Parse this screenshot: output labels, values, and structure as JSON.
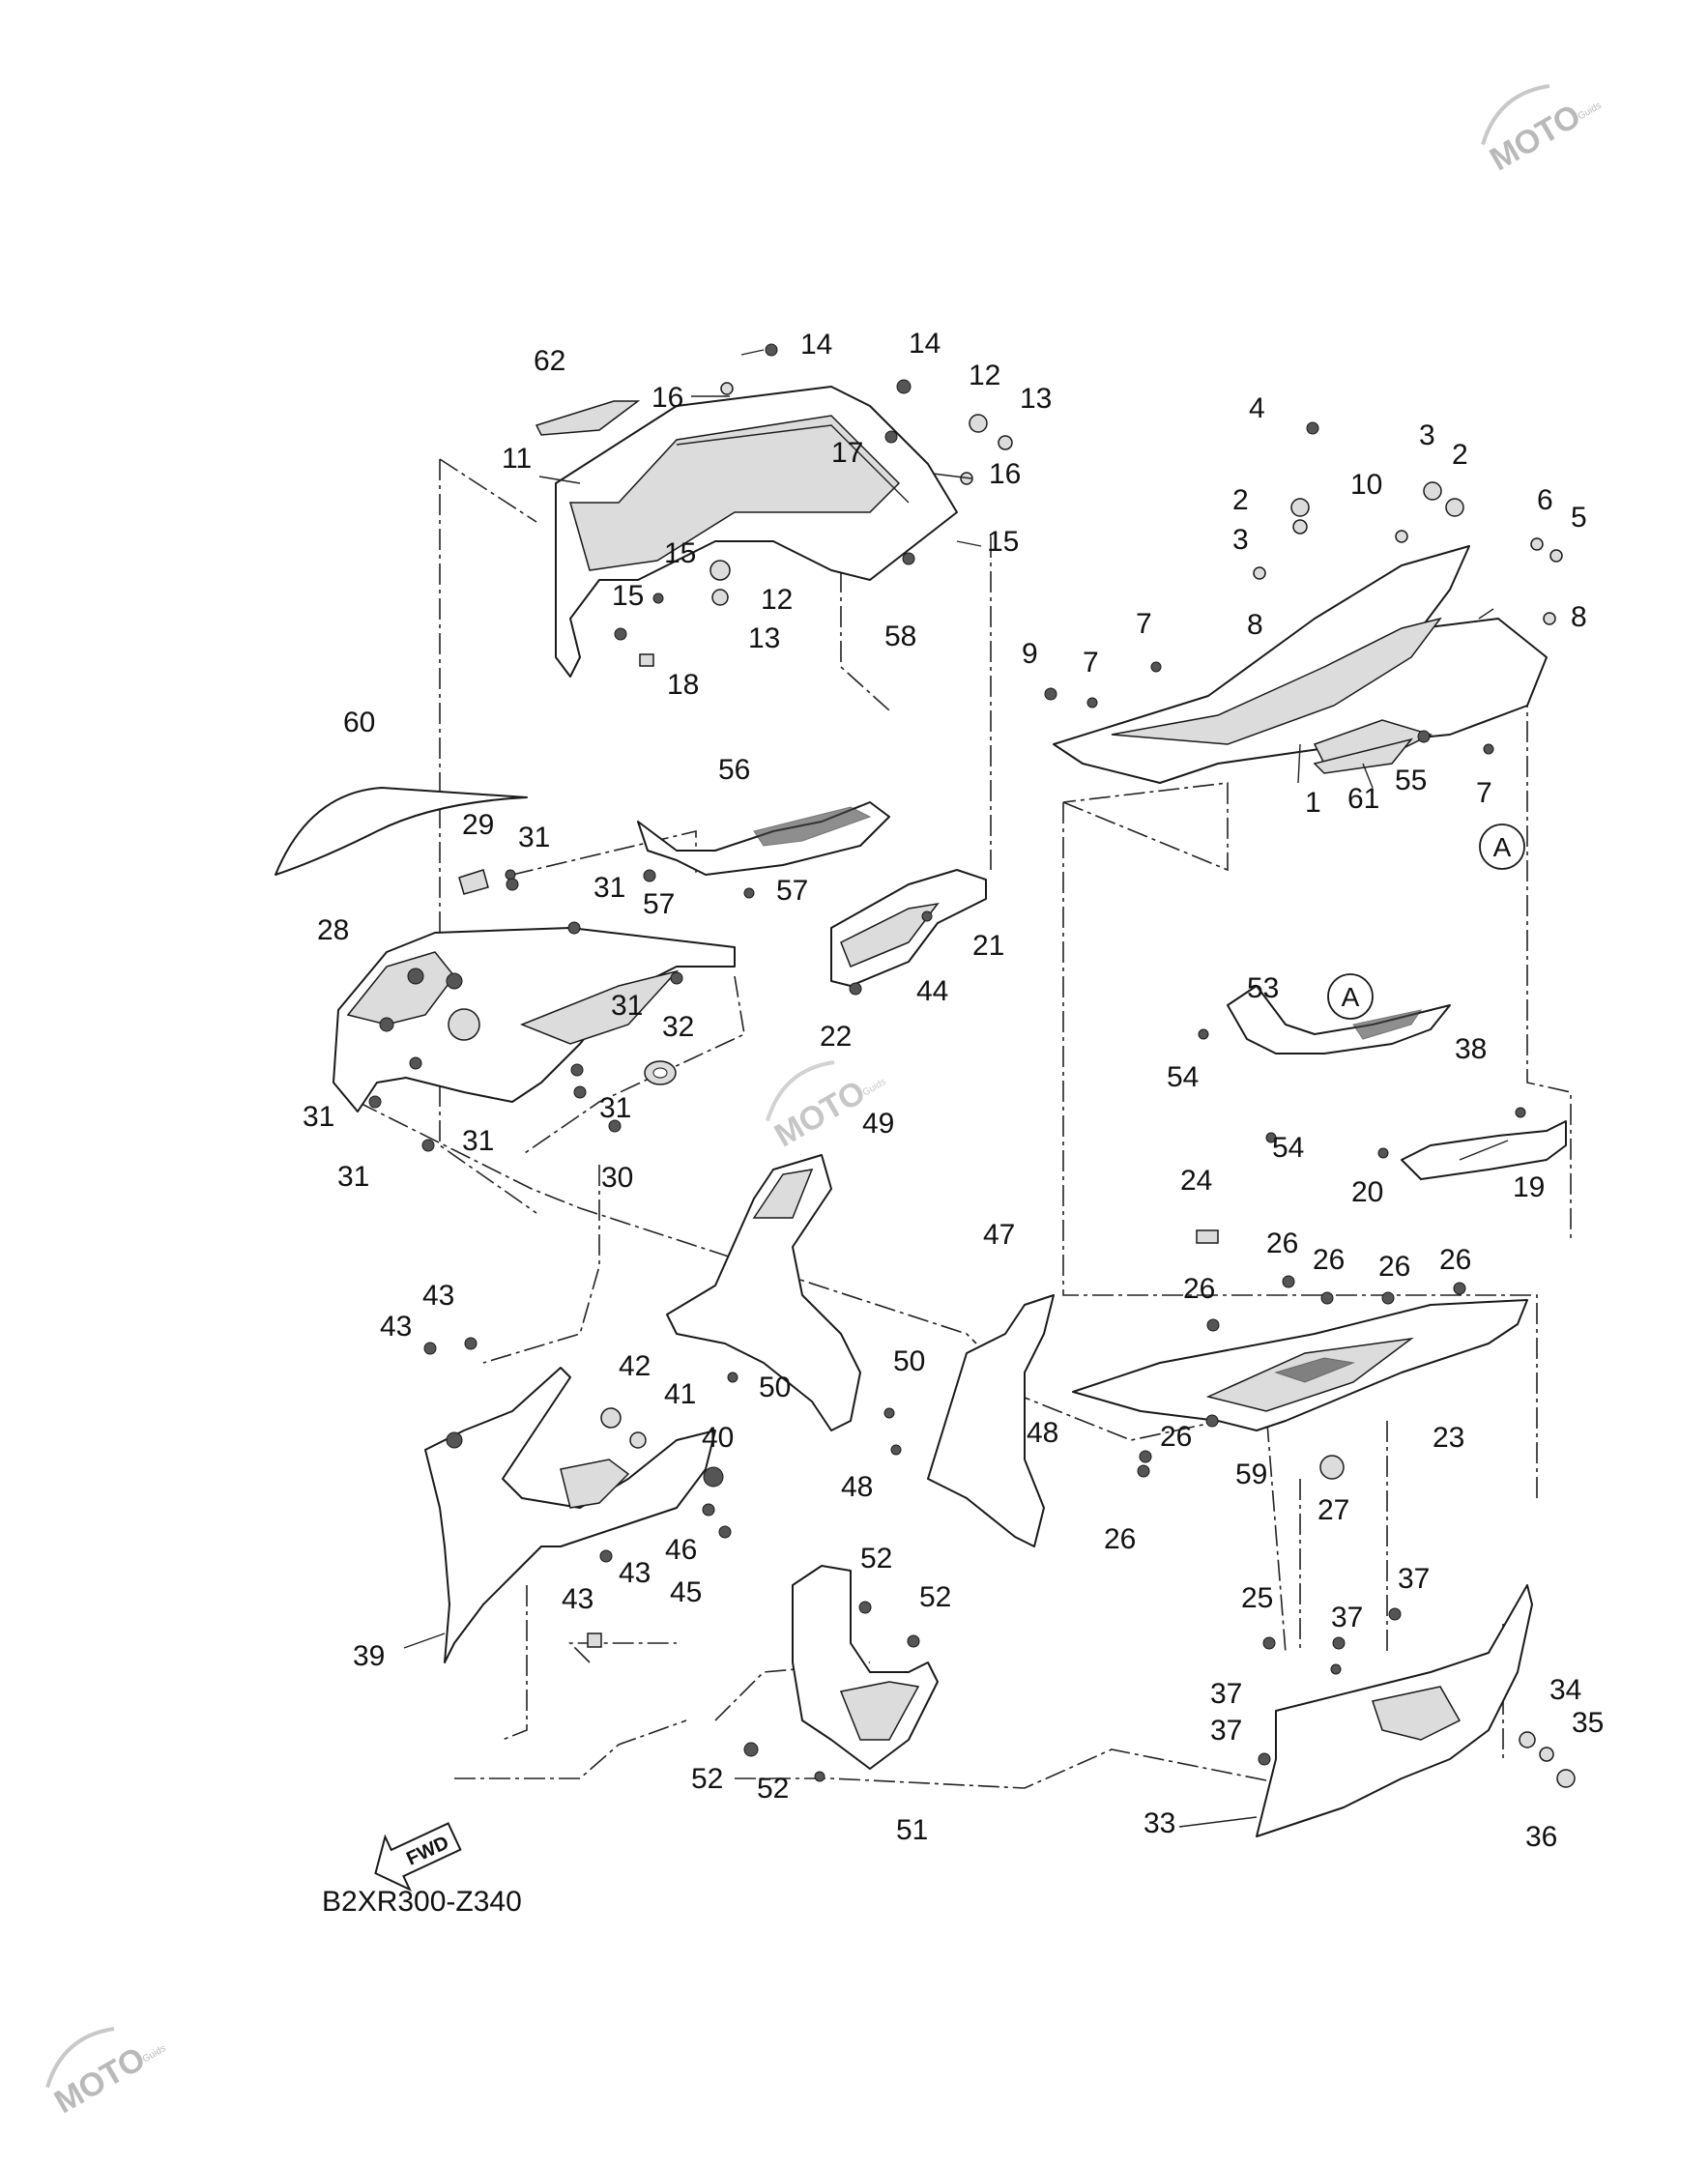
{
  "diagram": {
    "code": "B2XR300-Z340",
    "fwd_label": "FWD",
    "callout_letter": "A",
    "watermark": {
      "brand": "MOTO",
      "sub": "Guids"
    },
    "labels": [
      {
        "id": "l1",
        "text": "1"
      },
      {
        "id": "l2a",
        "text": "2"
      },
      {
        "id": "l2b",
        "text": "2"
      },
      {
        "id": "l3a",
        "text": "3"
      },
      {
        "id": "l3b",
        "text": "3"
      },
      {
        "id": "l4",
        "text": "4"
      },
      {
        "id": "l5",
        "text": "5"
      },
      {
        "id": "l6",
        "text": "6"
      },
      {
        "id": "l7a",
        "text": "7"
      },
      {
        "id": "l7b",
        "text": "7"
      },
      {
        "id": "l7c",
        "text": "7"
      },
      {
        "id": "l8a",
        "text": "8"
      },
      {
        "id": "l8b",
        "text": "8"
      },
      {
        "id": "l9",
        "text": "9"
      },
      {
        "id": "l10",
        "text": "10"
      },
      {
        "id": "l11",
        "text": "11"
      },
      {
        "id": "l12a",
        "text": "12"
      },
      {
        "id": "l12b",
        "text": "12"
      },
      {
        "id": "l13a",
        "text": "13"
      },
      {
        "id": "l13b",
        "text": "13"
      },
      {
        "id": "l14a",
        "text": "14"
      },
      {
        "id": "l14b",
        "text": "14"
      },
      {
        "id": "l15a",
        "text": "15"
      },
      {
        "id": "l15b",
        "text": "15"
      },
      {
        "id": "l15c",
        "text": "15"
      },
      {
        "id": "l16a",
        "text": "16"
      },
      {
        "id": "l16b",
        "text": "16"
      },
      {
        "id": "l17",
        "text": "17"
      },
      {
        "id": "l18",
        "text": "18"
      },
      {
        "id": "l19",
        "text": "19"
      },
      {
        "id": "l20",
        "text": "20"
      },
      {
        "id": "l21",
        "text": "21"
      },
      {
        "id": "l22",
        "text": "22"
      },
      {
        "id": "l23",
        "text": "23"
      },
      {
        "id": "l24",
        "text": "24"
      },
      {
        "id": "l25",
        "text": "25"
      },
      {
        "id": "l26a",
        "text": "26"
      },
      {
        "id": "l26b",
        "text": "26"
      },
      {
        "id": "l26c",
        "text": "26"
      },
      {
        "id": "l26d",
        "text": "26"
      },
      {
        "id": "l26e",
        "text": "26"
      },
      {
        "id": "l26f",
        "text": "26"
      },
      {
        "id": "l26g",
        "text": "26"
      },
      {
        "id": "l27",
        "text": "27"
      },
      {
        "id": "l28",
        "text": "28"
      },
      {
        "id": "l29",
        "text": "29"
      },
      {
        "id": "l30",
        "text": "30"
      },
      {
        "id": "l31a",
        "text": "31"
      },
      {
        "id": "l31b",
        "text": "31"
      },
      {
        "id": "l31c",
        "text": "31"
      },
      {
        "id": "l31d",
        "text": "31"
      },
      {
        "id": "l31e",
        "text": "31"
      },
      {
        "id": "l31f",
        "text": "31"
      },
      {
        "id": "l31g",
        "text": "31"
      },
      {
        "id": "l32",
        "text": "32"
      },
      {
        "id": "l33",
        "text": "33"
      },
      {
        "id": "l34",
        "text": "34"
      },
      {
        "id": "l35",
        "text": "35"
      },
      {
        "id": "l36",
        "text": "36"
      },
      {
        "id": "l37a",
        "text": "37"
      },
      {
        "id": "l37b",
        "text": "37"
      },
      {
        "id": "l37c",
        "text": "37"
      },
      {
        "id": "l37d",
        "text": "37"
      },
      {
        "id": "l38",
        "text": "38"
      },
      {
        "id": "l39",
        "text": "39"
      },
      {
        "id": "l40",
        "text": "40"
      },
      {
        "id": "l41",
        "text": "41"
      },
      {
        "id": "l42",
        "text": "42"
      },
      {
        "id": "l43a",
        "text": "43"
      },
      {
        "id": "l43b",
        "text": "43"
      },
      {
        "id": "l43c",
        "text": "43"
      },
      {
        "id": "l43d",
        "text": "43"
      },
      {
        "id": "l44",
        "text": "44"
      },
      {
        "id": "l45",
        "text": "45"
      },
      {
        "id": "l46",
        "text": "46"
      },
      {
        "id": "l47",
        "text": "47"
      },
      {
        "id": "l48a",
        "text": "48"
      },
      {
        "id": "l48b",
        "text": "48"
      },
      {
        "id": "l49",
        "text": "49"
      },
      {
        "id": "l50a",
        "text": "50"
      },
      {
        "id": "l50b",
        "text": "50"
      },
      {
        "id": "l51",
        "text": "51"
      },
      {
        "id": "l52a",
        "text": "52"
      },
      {
        "id": "l52b",
        "text": "52"
      },
      {
        "id": "l52c",
        "text": "52"
      },
      {
        "id": "l52d",
        "text": "52"
      },
      {
        "id": "l53",
        "text": "53"
      },
      {
        "id": "l54a",
        "text": "54"
      },
      {
        "id": "l54b",
        "text": "54"
      },
      {
        "id": "l55",
        "text": "55"
      },
      {
        "id": "l56",
        "text": "56"
      },
      {
        "id": "l57a",
        "text": "57"
      },
      {
        "id": "l57b",
        "text": "57"
      },
      {
        "id": "l58",
        "text": "58"
      },
      {
        "id": "l59",
        "text": "59"
      },
      {
        "id": "l60",
        "text": "60"
      },
      {
        "id": "l61",
        "text": "61"
      },
      {
        "id": "l62",
        "text": "62"
      }
    ]
  }
}
